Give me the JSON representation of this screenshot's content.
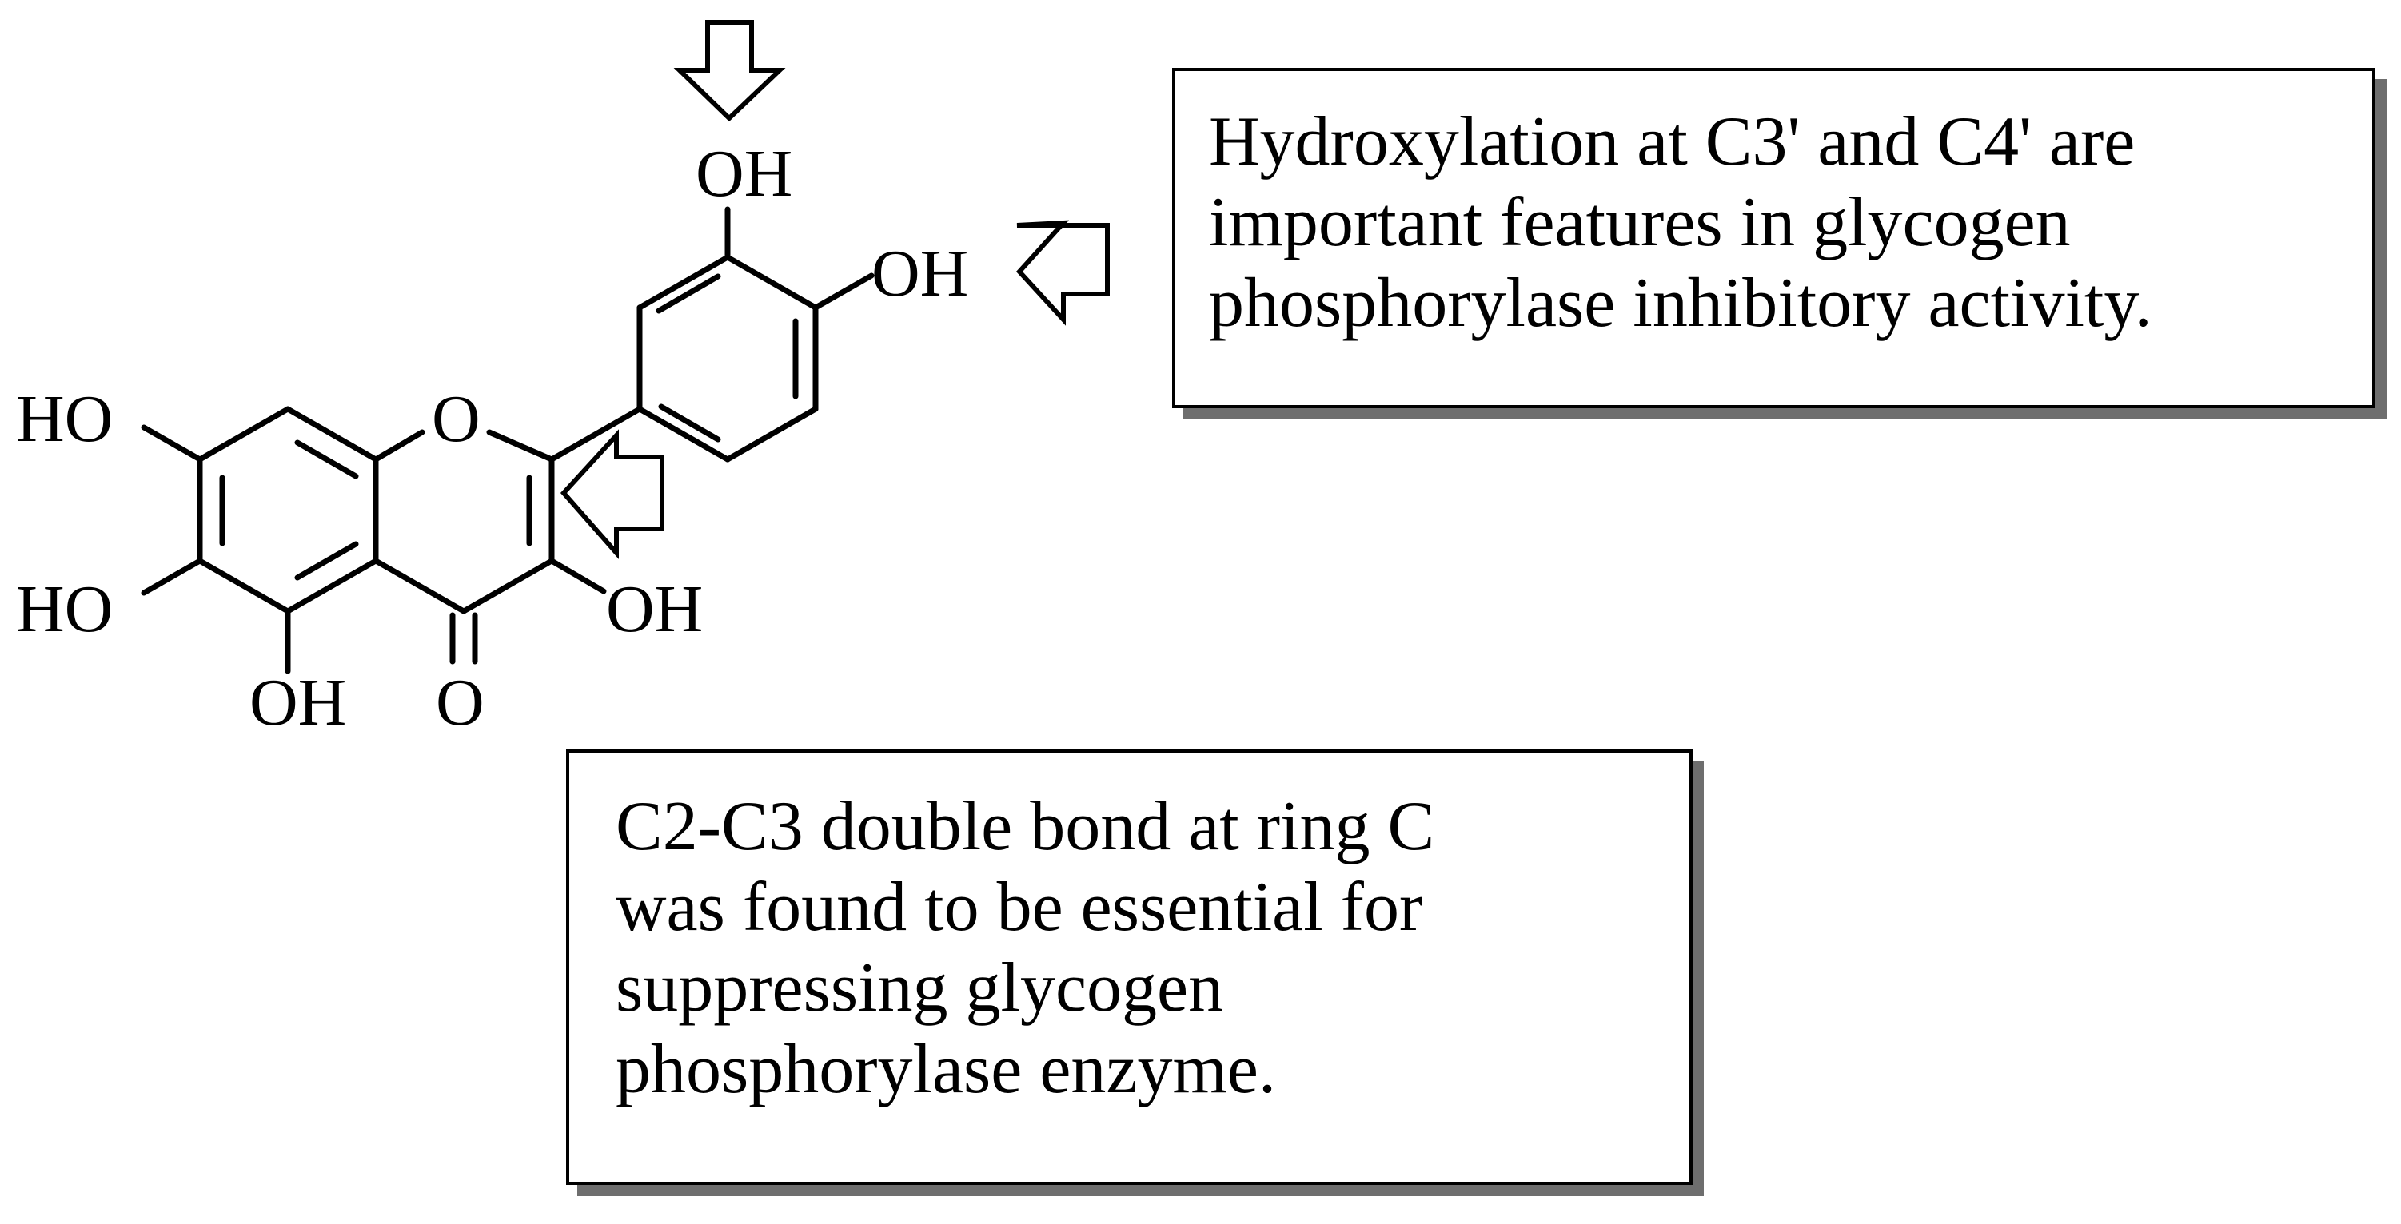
{
  "diagram": {
    "atom_labels": {
      "ho_c7": "HO",
      "ho_c6": "HO",
      "oh_c5": "OH",
      "o_carbonyl": "O",
      "oh_c3": "OH",
      "o_ring": "O",
      "oh_c3prime": "OH",
      "oh_c4prime": "OH"
    },
    "notes": {
      "top_lines": [
        "Hydroxylation at C3' and C4' are",
        "important features in glycogen",
        "phosphorylase inhibitory activity."
      ],
      "bottom_lines": [
        "C2-C3 double bond at ring C",
        "was found to be essential for",
        "suppressing glycogen",
        "phosphorylase enzyme."
      ]
    },
    "colors": {
      "ink": "#000000",
      "shadow": "#6e6e6e",
      "background": "#ffffff"
    }
  }
}
